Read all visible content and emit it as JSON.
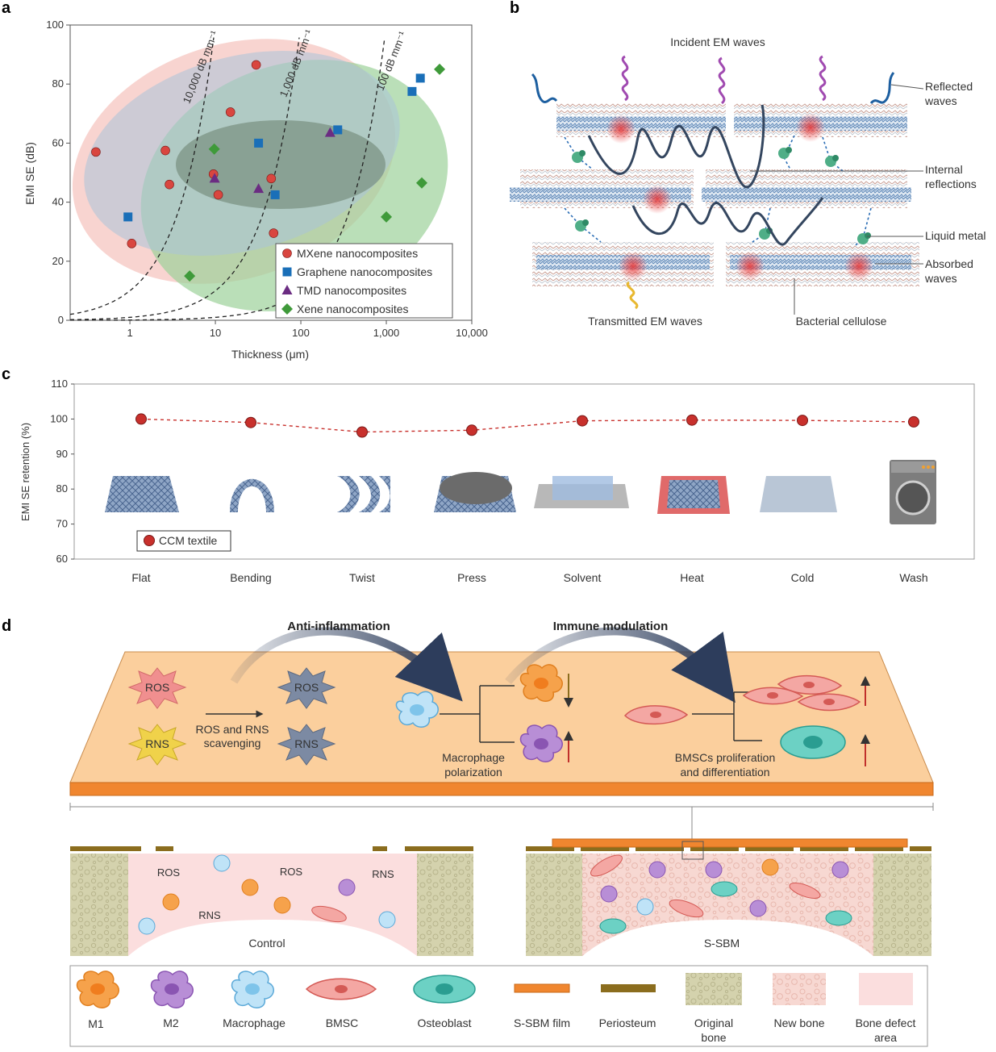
{
  "panels": {
    "a": "a",
    "b": "b",
    "c": "c",
    "d": "d"
  },
  "colors": {
    "mxene": "#d9463f",
    "graphene": "#1a6fb8",
    "tmd": "#6b2c82",
    "xene": "#3f9a3a",
    "bio_film": "#f0862f",
    "periosteum": "#8b6d1e",
    "defect": "#fbdede",
    "reflect": "#1d5fa0",
    "incident": "#a04ab0",
    "transmit": "#e8b830"
  },
  "chart_data": {
    "type": "scatter",
    "xlabel": "Thickness (μm)",
    "ylabel": "EMI SE (dB)",
    "x_scale": "log",
    "xlim": [
      0.2,
      10000
    ],
    "ylim": [
      0,
      100
    ],
    "x_ticks": [
      "1",
      "10",
      "100",
      "1,000",
      "10,000"
    ],
    "y_ticks": [
      "0",
      "20",
      "40",
      "60",
      "80",
      "100"
    ],
    "legend_position": "bottom-right",
    "reference_lines": [
      "10,000 dB mm⁻¹",
      "1,000 dB mm⁻¹",
      "100 dB mm⁻¹"
    ],
    "series": [
      {
        "name": "MXene nanocomposites",
        "marker": "circle",
        "color": "#d9463f",
        "points": [
          [
            0.4,
            57
          ],
          [
            2.6,
            57.5
          ],
          [
            2.9,
            46
          ],
          [
            1.05,
            26
          ],
          [
            15,
            70.5
          ],
          [
            30,
            86.5
          ],
          [
            9.5,
            49.5
          ],
          [
            10.8,
            42.5
          ],
          [
            45,
            48
          ],
          [
            48,
            29.5
          ]
        ]
      },
      {
        "name": "Graphene nanocomposites",
        "marker": "square",
        "color": "#1a6fb8",
        "points": [
          [
            0.95,
            35
          ],
          [
            32,
            60
          ],
          [
            50,
            42.5
          ],
          [
            270,
            64.5
          ],
          [
            2000,
            77.5
          ],
          [
            2500,
            82
          ]
        ]
      },
      {
        "name": "TMD nanocomposites",
        "marker": "triangle",
        "color": "#6b2c82",
        "points": [
          [
            9.8,
            48
          ],
          [
            32,
            44.5
          ],
          [
            220,
            63.5
          ]
        ]
      },
      {
        "name": "Xene nanocomposites",
        "marker": "diamond",
        "color": "#3f9a3a",
        "points": [
          [
            9.7,
            58
          ],
          [
            5,
            15
          ],
          [
            1000,
            35
          ],
          [
            2600,
            46.5
          ],
          [
            4200,
            85
          ]
        ]
      }
    ]
  },
  "panel_b": {
    "incident": "Incident EM waves",
    "reflected_1": "Reflected",
    "reflected_2": "waves",
    "internal_1": "Internal",
    "internal_2": "reflections",
    "liquid_metal": "Liquid metal",
    "absorbed_1": "Absorbed",
    "absorbed_2": "waves",
    "transmitted": "Transmitted EM waves",
    "bacterial": "Bacterial cellulose"
  },
  "chart_c": {
    "type": "line",
    "ylabel": "EMI SE retention (%)",
    "ylim": [
      60,
      110
    ],
    "y_ticks": [
      "60",
      "70",
      "80",
      "90",
      "100",
      "110"
    ],
    "categories": [
      "Flat",
      "Bending",
      "Twist",
      "Press",
      "Solvent",
      "Heat",
      "Cold",
      "Wash"
    ],
    "values": [
      100,
      99,
      96.3,
      96.8,
      99.5,
      99.7,
      99.6,
      99.2
    ],
    "legend": "CCM textile",
    "color": "#c8302c"
  },
  "panel_d": {
    "anti": "Anti-inflammation",
    "immune": "Immune modulation",
    "ros": "ROS",
    "rns": "RNS",
    "scav_1": "ROS and RNS",
    "scav_2": "scavenging",
    "mac_1": "Macrophage",
    "mac_2": "polarization",
    "bmsc_1": "BMSCs proliferation",
    "bmsc_2": "and differentiation",
    "control": "Control",
    "ssbm": "S-SBM"
  },
  "legend_d": {
    "m1": "M1",
    "m2": "M2",
    "macrophage": "Macrophage",
    "bmsc": "BMSC",
    "osteoblast": "Osteoblast",
    "film": "S-SBM film",
    "periosteum": "Periosteum",
    "orig_1": "Original",
    "orig_2": "bone",
    "new_bone": "New bone",
    "defect_1": "Bone defect",
    "defect_2": "area"
  }
}
